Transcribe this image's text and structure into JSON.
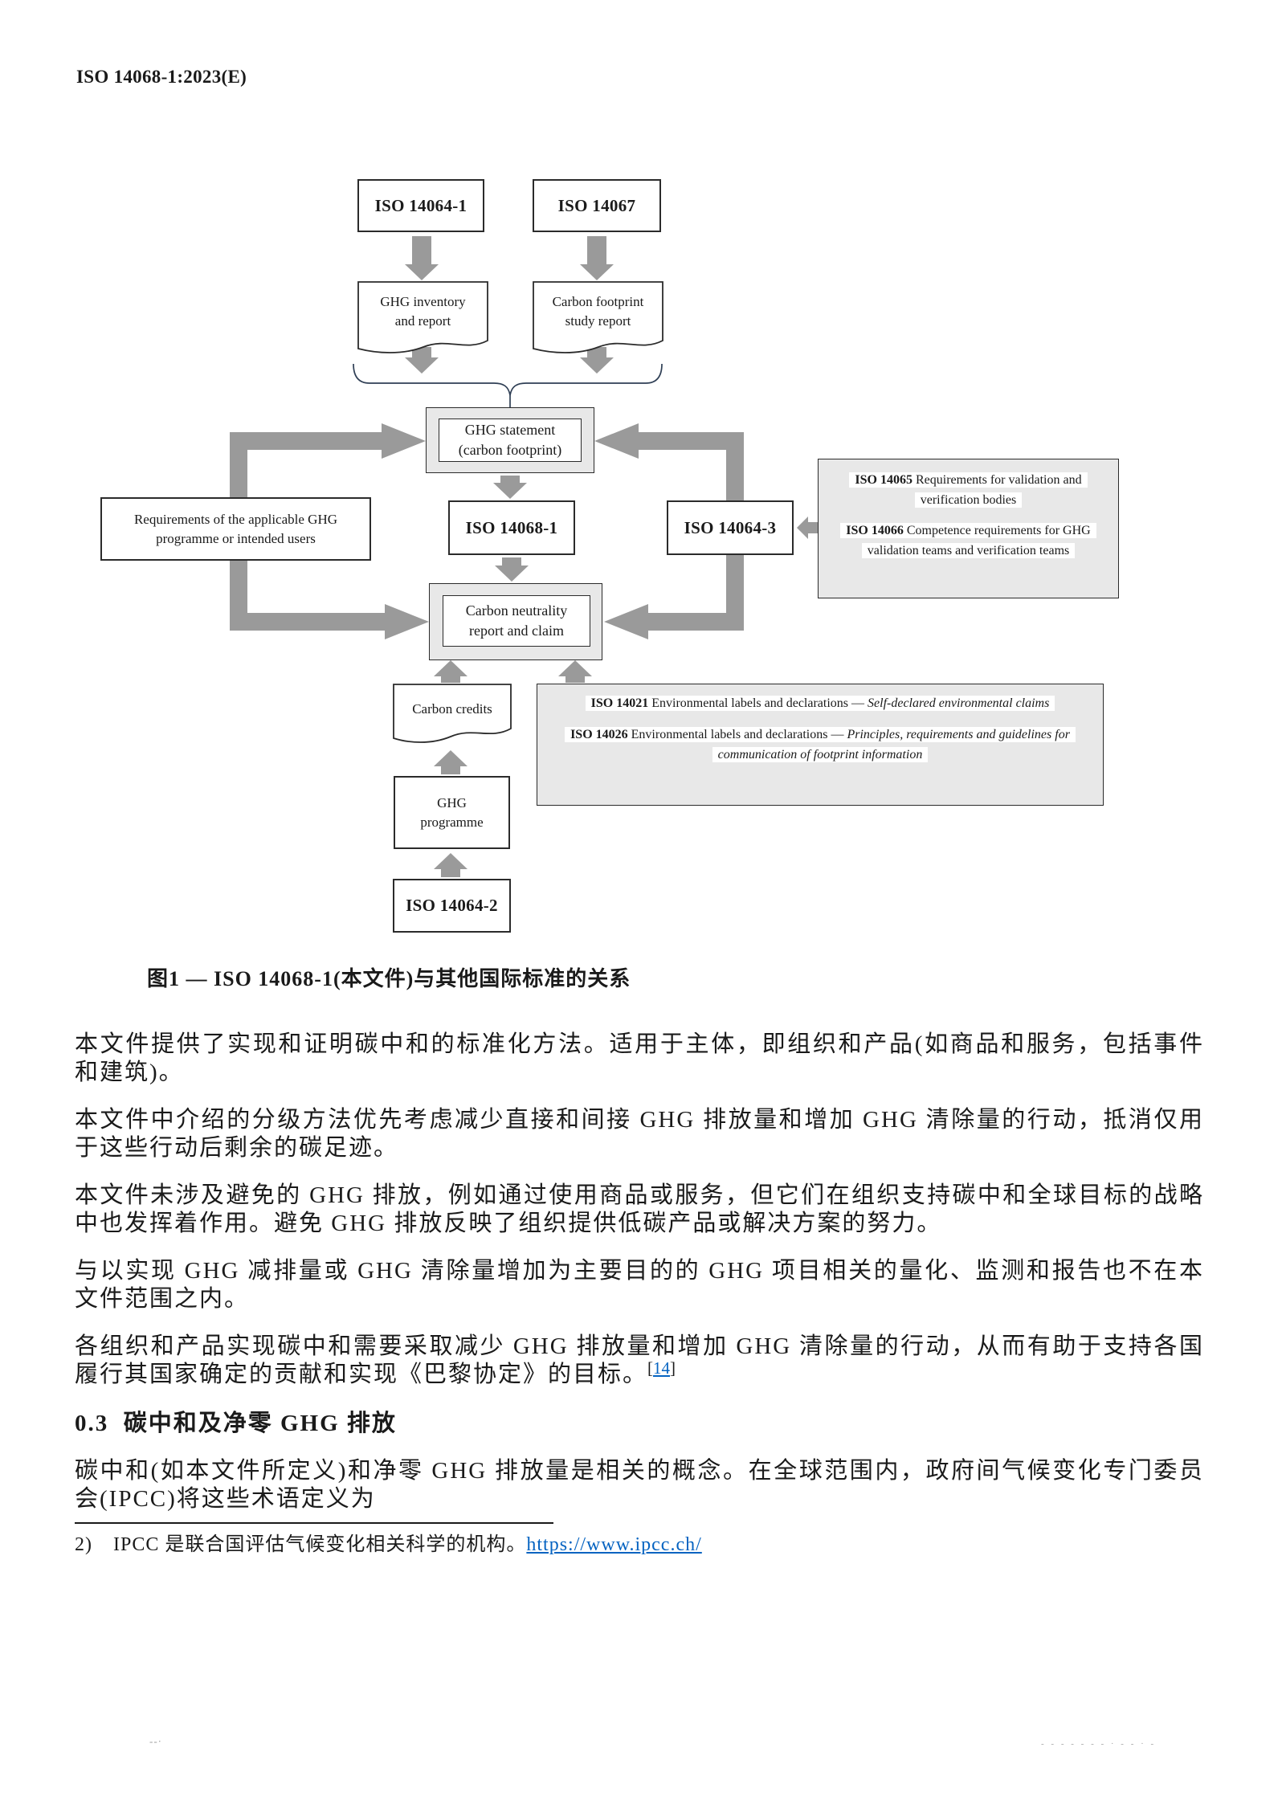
{
  "header": {
    "doc_id": "ISO 14068-1:2023(E)"
  },
  "figure": {
    "caption": "图1 — ISO 14068-1(本文件)与其他国际标准的关系",
    "nodes": {
      "iso14064_1": "ISO 14064-1",
      "iso14067": "ISO 14067",
      "ghg_inventory_l1": "GHG inventory",
      "ghg_inventory_l2": "and report",
      "cf_study_l1": "Carbon footprint",
      "cf_study_l2": "study report",
      "ghg_statement_l1": "GHG statement",
      "ghg_statement_l2": "(carbon footprint)",
      "iso14068_1": "ISO 14068-1",
      "iso14064_3": "ISO 14064-3",
      "requirements_l1": "Requirements of the applicable GHG",
      "requirements_l2": "programme or intended users",
      "carbon_neutrality_l1": "Carbon neutrality",
      "carbon_neutrality_l2": "report and claim",
      "carbon_credits": "Carbon credits",
      "ghg_programme_l1": "GHG",
      "ghg_programme_l2": "programme",
      "iso14064_2": "ISO 14064-2"
    },
    "info_boxes": {
      "validation": {
        "e1_code": "ISO 14065",
        "e1_text": "Requirements for validation and verification bodies",
        "e2_code": "ISO 14066",
        "e2_text": "Competence requirements for GHG validation teams and verification teams"
      },
      "labels": {
        "e1_code": "ISO 14021",
        "e1_series": "Environmental labels and declarations —",
        "e1_title": "Self-declared environmental claims",
        "e2_code": "ISO 14026",
        "e2_series": "Environmental labels and declarations —",
        "e2_title": "Principles, requirements and guidelines for communication of footprint information"
      }
    }
  },
  "body": {
    "p1": "本文件提供了实现和证明碳中和的标准化方法。适用于主体，即组织和产品(如商品和服务，包括事件和建筑)。",
    "p2": "本文件中介绍的分级方法优先考虑减少直接和间接 GHG 排放量和增加 GHG 清除量的行动，抵消仅用于这些行动后剩余的碳足迹。",
    "p3": "本文件未涉及避免的 GHG 排放，例如通过使用商品或服务，但它们在组织支持碳中和全球目标的战略中也发挥着作用。避免 GHG 排放反映了组织提供低碳产品或解决方案的努力。",
    "p4": "与以实现 GHG 减排量或 GHG 清除量增加为主要目的的 GHG 项目相关的量化、监测和报告也不在本文件范围之内。",
    "p5_text": "各组织和产品实现碳中和需要采取减少 GHG 排放量和增加 GHG 清除量的行动，从而有助于支持各国履行其国家确定的贡献和实现《巴黎协定》的目标。",
    "p5_ref_open": "[",
    "p5_ref": "14",
    "p5_ref_close": "]",
    "section_number": "0.3",
    "section_title": "碳中和及净零 GHG 排放",
    "p6": "碳中和(如本文件所定义)和净零 GHG 排放量是相关的概念。在全球范围内，政府间气候变化专门委员会(IPCC)将这些术语定义为"
  },
  "footnote": {
    "marker": "2)",
    "text": "IPCC 是联合国评估气候变化相关科学的机构。",
    "link": "https://www.ipcc.ch/"
  },
  "footer": {
    "left_mark": "--·",
    "right_mark": "- - - - - - -   · - -  · -"
  },
  "colors": {
    "arrow_gray": "#9a9a9a",
    "box_fill_gray": "#e8e8e8",
    "border_dark": "#2b2b2b",
    "link_blue": "#0563c1",
    "brace": "#2f3f55"
  }
}
